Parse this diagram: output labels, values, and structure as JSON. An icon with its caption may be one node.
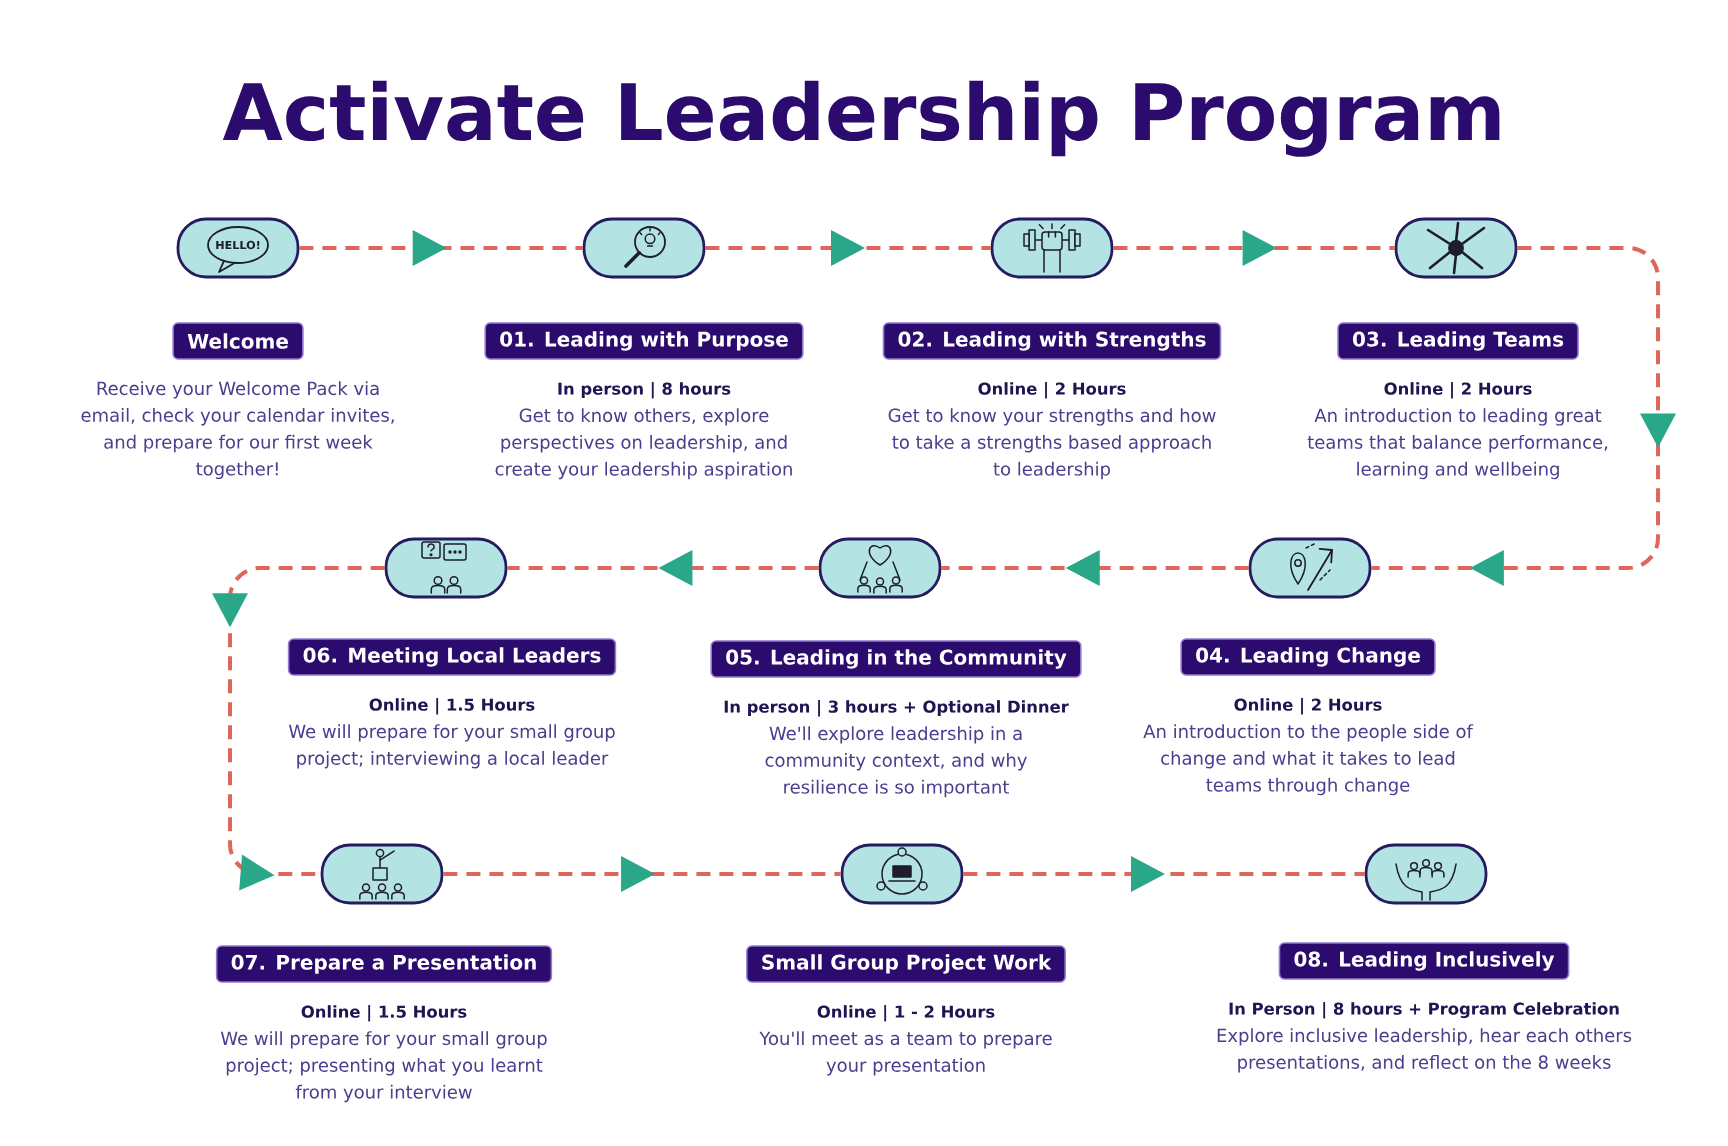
{
  "diagram": {
    "title": "Activate Leadership Program",
    "nodes": [
      {
        "text": [],
        "shape": "picture"
      },
      {
        "text": [
          "Welcome"
        ],
        "beside": [
          "Receive your Welcome Pack via email, check your calendar invites, and prepare for our first week together!"
        ]
      },
      {
        "text": [],
        "shape": "picture"
      },
      {
        "text": [
          "01. Leading with Purpose"
        ],
        "beside": [
          "In person | 8 hours",
          "Get to know others, explore perspectives on leadership, and create your leadership aspiration"
        ]
      },
      {
        "text": [],
        "shape": "picture"
      },
      {
        "text": [
          "02. Leading with Strengths"
        ],
        "beside": [
          "Online | 2 Hours",
          "Get to know your strengths and how to take a strengths based approach to leadership"
        ]
      },
      {
        "text": [],
        "shape": "picture"
      },
      {
        "text": [
          "03. Leading Teams"
        ],
        "beside": [
          "Online | 2 Hours",
          "An introduction to leading great teams that balance performance, learning and wellbeing"
        ]
      },
      {
        "text": [],
        "shape": "picture"
      },
      {
        "text": [
          "04. Leading Change"
        ],
        "beside": [
          "Online | 2 Hours",
          "An introduction to the people side of change and what it takes to lead teams through change"
        ]
      },
      {
        "text": [],
        "shape": "picture"
      },
      {
        "text": [
          "05. Leading in the Community"
        ],
        "beside": [
          "In person | 3 hours + Optional Dinner",
          "We'll explore leadership in a community context, and why resilience is so important"
        ]
      },
      {
        "text": [],
        "shape": "picture"
      },
      {
        "text": [
          "06. Meeting Local Leaders"
        ],
        "beside": [
          "Online | 1.5 Hours",
          "We will prepare for your small group project; interviewing a local leader"
        ]
      },
      {
        "text": [],
        "shape": "picture"
      },
      {
        "text": [
          "07. Prepare a Presentation"
        ],
        "beside": [
          "Online | 1.5 Hours",
          "We will prepare for your small group project; presenting what you learnt from your interview"
        ]
      },
      {
        "text": [],
        "shape": "picture"
      },
      {
        "text": [
          "Small Group Project Work"
        ],
        "beside": [
          "Online | 1 - 2 Hours",
          "You'll meet as a team to prepare your presentation"
        ]
      },
      {
        "text": [],
        "shape": "picture"
      },
      {
        "text": [
          "08. Leading Inclusively"
        ],
        "beside": [
          "In Person | 8 hours + Program Celebration",
          "Explore inclusive leadership, hear each others presentations, and reflect on the 8 weeks"
        ]
      }
    ],
    "edges": [
      {
        "from": 0,
        "to": 2,
        "arrow": "to",
        "style": "dashed"
      },
      {
        "from": 2,
        "to": 4,
        "arrow": "to",
        "style": "dashed"
      },
      {
        "from": 4,
        "to": 6,
        "arrow": "to",
        "style": "dashed"
      },
      {
        "from": 6,
        "to": 8,
        "arrow": "to",
        "style": "dashed"
      },
      {
        "from": 8,
        "to": 10,
        "arrow": "to",
        "style": "dashed"
      },
      {
        "from": 10,
        "to": 12,
        "arrow": "to",
        "style": "dashed"
      },
      {
        "from": 12,
        "to": 14,
        "arrow": "to",
        "style": "dashed"
      },
      {
        "from": 14,
        "to": 16,
        "arrow": "to",
        "style": "dashed"
      },
      {
        "from": 16,
        "to": 18,
        "arrow": "to",
        "style": "dashed"
      }
    ],
    "labels": [
      "HELLO!"
    ]
  }
}
